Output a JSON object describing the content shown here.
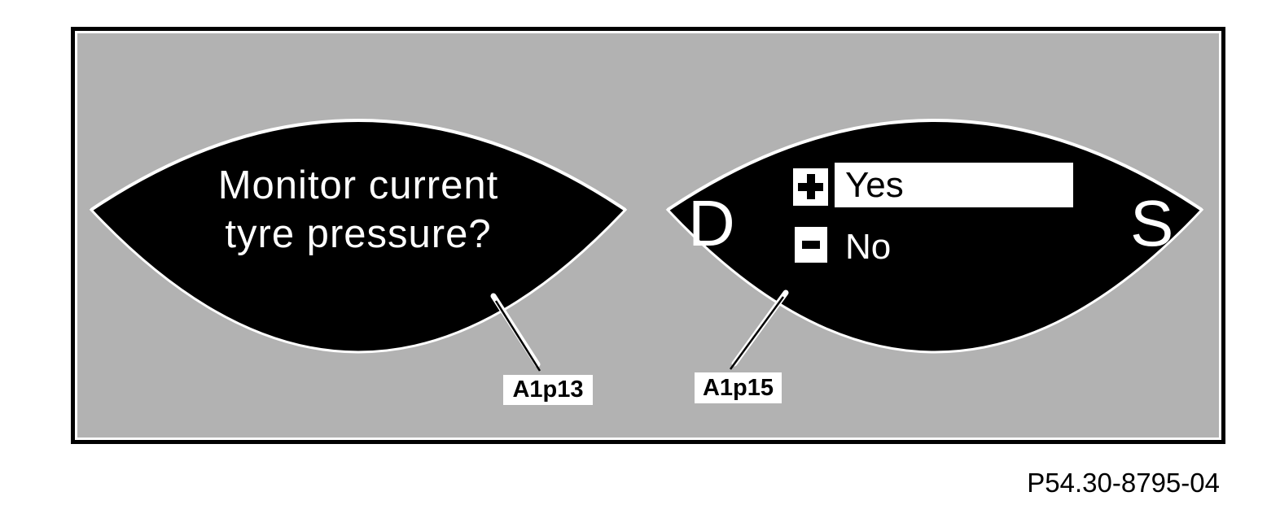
{
  "figure": {
    "reference_number": "P54.30-8795-04"
  },
  "left_display": {
    "question_line1": "Monitor current",
    "question_line2": "tyre pressure?",
    "component_label": "A1p13"
  },
  "right_display": {
    "left_letter": "D",
    "right_letter": "S",
    "options": [
      {
        "button": "plus",
        "label": "Yes",
        "highlighted": true
      },
      {
        "button": "minus",
        "label": "No",
        "highlighted": false
      }
    ],
    "component_label": "A1p15"
  },
  "colors": {
    "page_background": "#ffffff",
    "panel_background": "#b2b2b2",
    "panel_border": "#000000",
    "display_background": "#000000",
    "display_outline": "#ffffff",
    "display_text": "#ffffff",
    "highlight_bar_background": "#ffffff",
    "highlight_bar_text": "#000000",
    "callout_label_background": "#ffffff",
    "callout_label_text": "#000000"
  }
}
